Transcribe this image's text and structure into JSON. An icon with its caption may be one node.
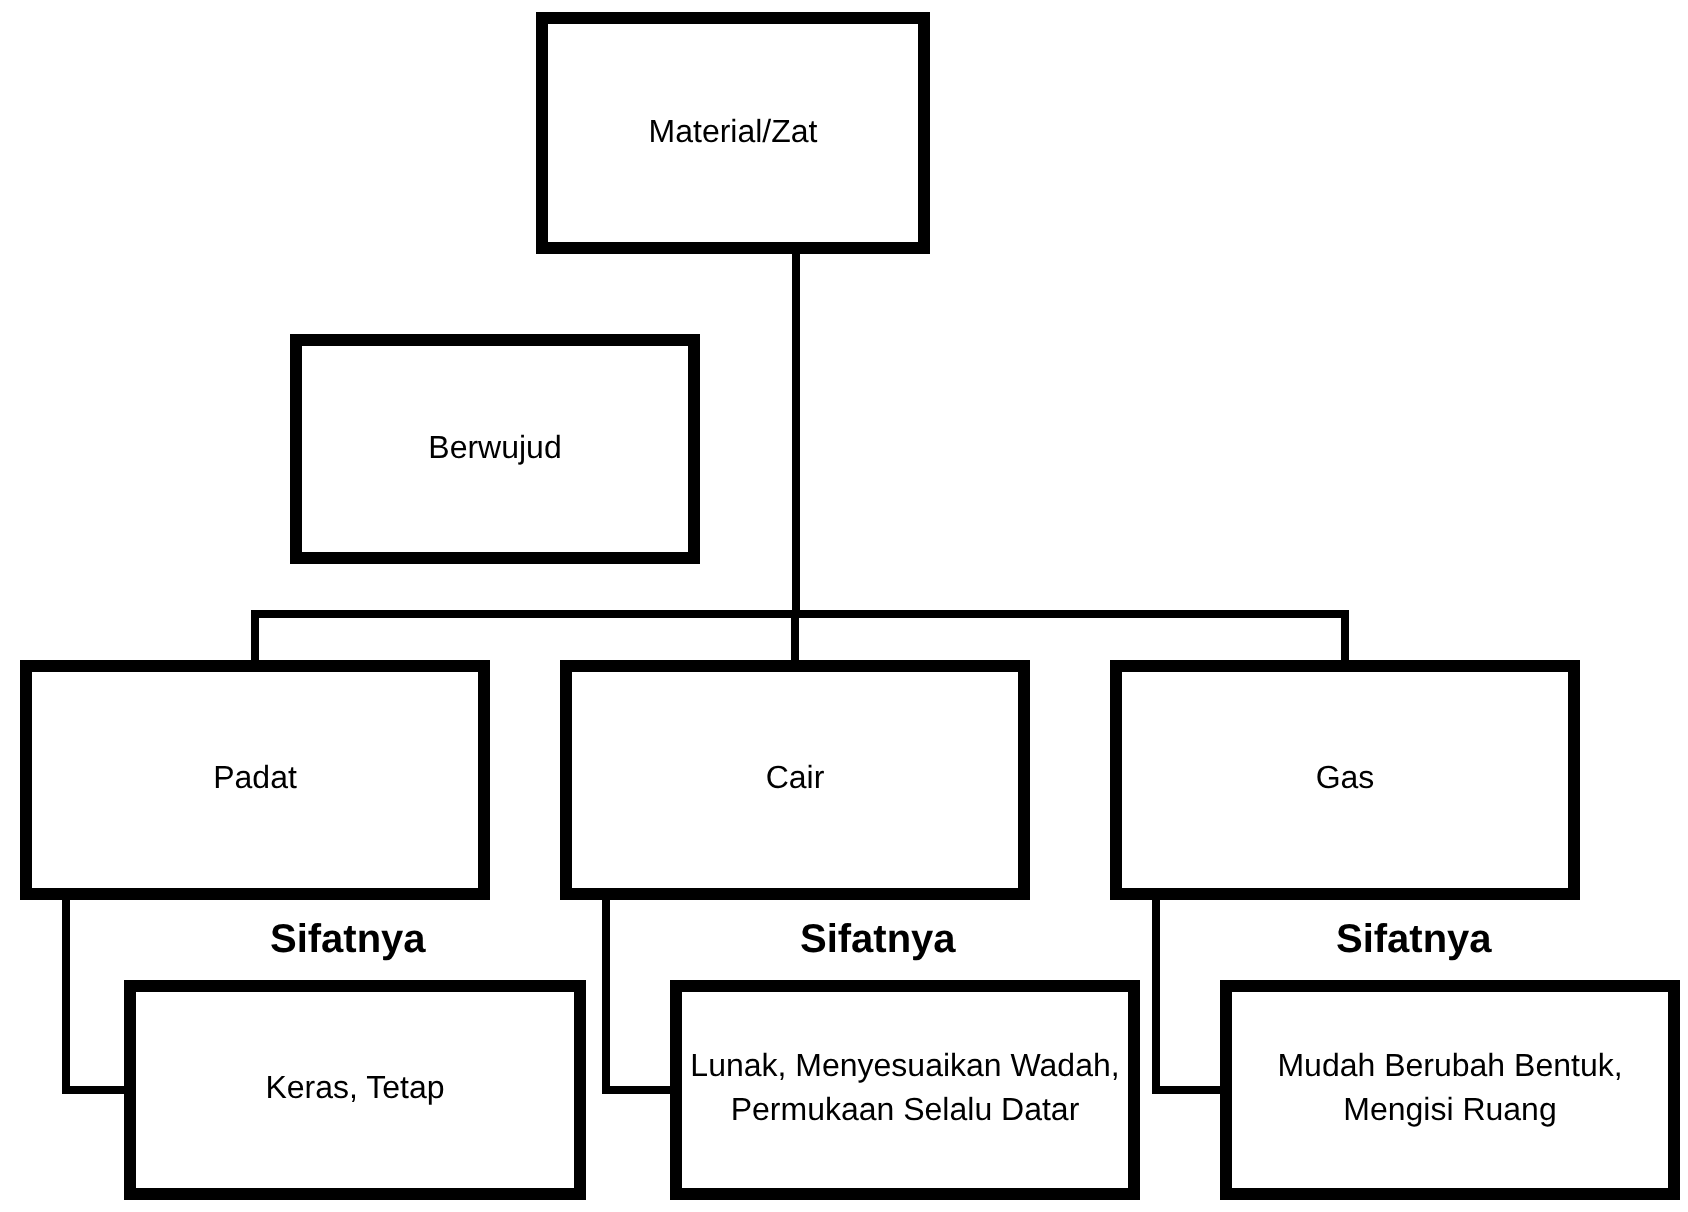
{
  "diagram": {
    "nodes": [
      {
        "text": [
          "Material/Zat"
        ]
      },
      {
        "text": [
          "Berwujud"
        ]
      },
      {
        "text": [
          "Padat"
        ]
      },
      {
        "text": [
          "Cair"
        ]
      },
      {
        "text": [
          "Gas"
        ]
      },
      {
        "text": [
          "Keras, Tetap"
        ]
      },
      {
        "text": [
          "Lunak, Menyesuaikan Wadah, Permukaan Selalu Datar"
        ]
      },
      {
        "text": [
          "Mudah Berubah Bentuk, Mengisi Ruang"
        ]
      }
    ],
    "edges": [
      {
        "from": 0,
        "to": 2,
        "arrow": "none"
      },
      {
        "from": 0,
        "to": 3,
        "arrow": "none"
      },
      {
        "from": 0,
        "to": 4,
        "arrow": "none"
      },
      {
        "from": 2,
        "to": 5,
        "arrow": "none"
      },
      {
        "from": 3,
        "to": 6,
        "arrow": "none"
      },
      {
        "from": 4,
        "to": 7,
        "arrow": "none"
      }
    ],
    "labels": [
      "Sifatnya",
      "Sifatnya",
      "Sifatnya"
    ]
  }
}
